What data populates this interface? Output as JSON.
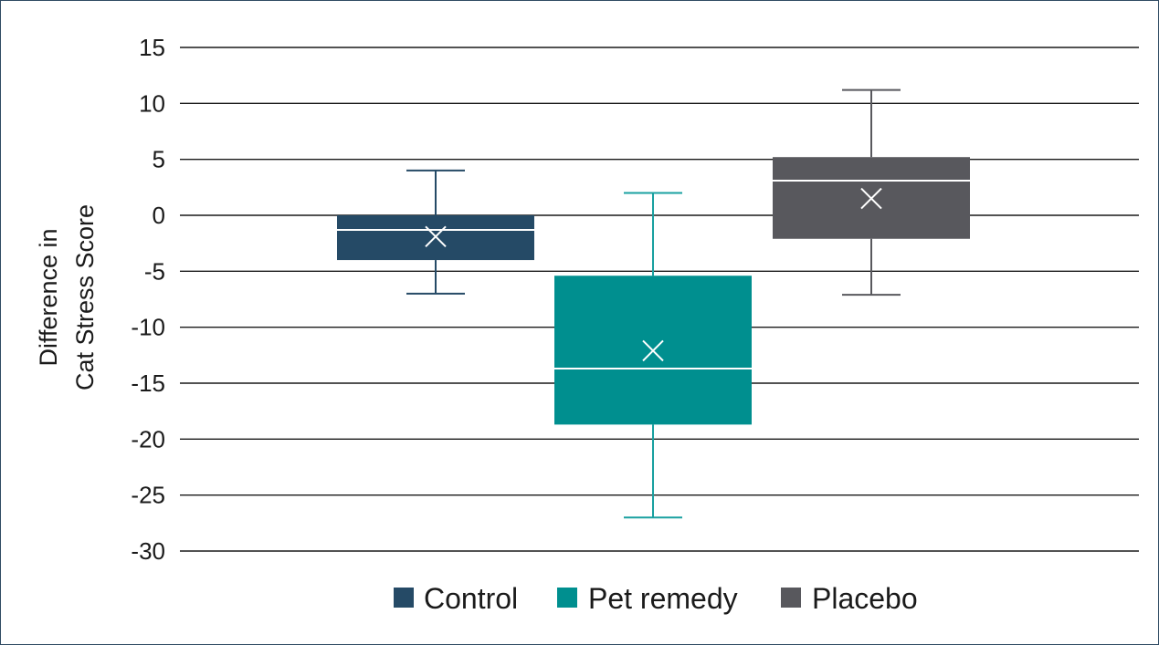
{
  "chart_data": {
    "type": "boxplot",
    "title": "",
    "xlabel": "",
    "ylabel_lines": [
      "Difference in",
      "Cat Stress Score"
    ],
    "ylim": [
      -30,
      15
    ],
    "yticks": [
      15,
      10,
      5,
      0,
      -5,
      -10,
      -15,
      -20,
      -25,
      -30
    ],
    "ytick_labels": [
      "15",
      "10",
      "5",
      "0",
      "-5",
      "-10",
      "-15",
      "-20",
      "-25",
      "-30"
    ],
    "grid": true,
    "legend_position": "bottom",
    "series": [
      {
        "name": "Control",
        "color": "#254a66",
        "whisker_color": "#254a66",
        "min": -7,
        "q1": -4,
        "median": -1.3,
        "q3": 0,
        "max": 4,
        "mean": -1.9
      },
      {
        "name": "Pet remedy",
        "color": "#008f8f",
        "whisker_color": "#19a0a0",
        "min": -27,
        "q1": -18.7,
        "median": -13.7,
        "q3": -5.4,
        "max": 2,
        "mean": -12.1
      },
      {
        "name": "Placebo",
        "color": "#58585d",
        "whisker_color": "#58585d",
        "min": -7.1,
        "q1": -2.1,
        "median": 3.1,
        "q3": 5.2,
        "max": 11.2,
        "mean": 1.5
      }
    ]
  }
}
